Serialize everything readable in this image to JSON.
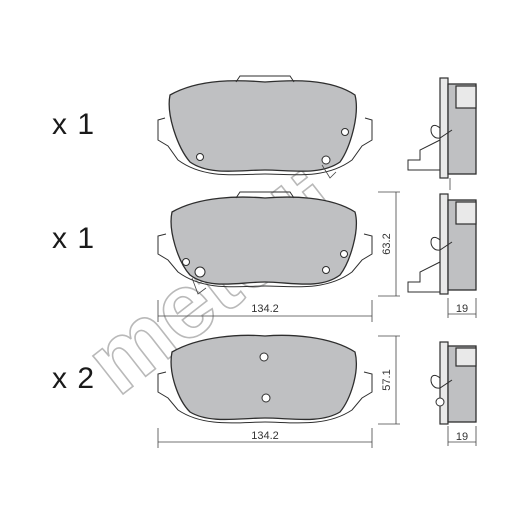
{
  "rows": [
    {
      "quantity": "x 1"
    },
    {
      "quantity": "x 1"
    },
    {
      "quantity": "x 2"
    }
  ],
  "dimensions": {
    "width_top": "134.2",
    "height_top": "63.2",
    "thickness_top": "19",
    "width_bottom": "134.2",
    "height_bottom": "57.1",
    "thickness_bottom": "19"
  },
  "watermark": {
    "text": "metelli"
  },
  "colors": {
    "pad_fill": "#bfc0c2",
    "outline": "#2e2e2e",
    "watermark": "#b9b9b9"
  }
}
